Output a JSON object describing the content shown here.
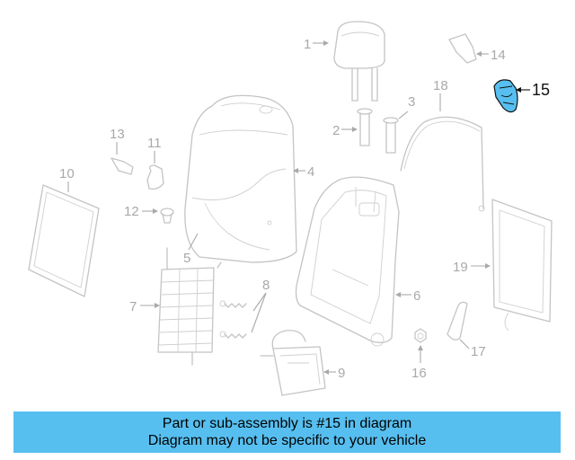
{
  "diagram": {
    "highlighted_part": "15",
    "callouts": [
      "1",
      "2",
      "3",
      "4",
      "5",
      "6",
      "7",
      "8",
      "9",
      "10",
      "11",
      "12",
      "13",
      "14",
      "15",
      "16",
      "17",
      "18",
      "19"
    ],
    "highlight_color": "#57bff0"
  },
  "banner": {
    "line1": "Part or sub-assembly is #15 in diagram",
    "line2": "Diagram may not be specific to your vehicle",
    "background": "#57bff0"
  }
}
